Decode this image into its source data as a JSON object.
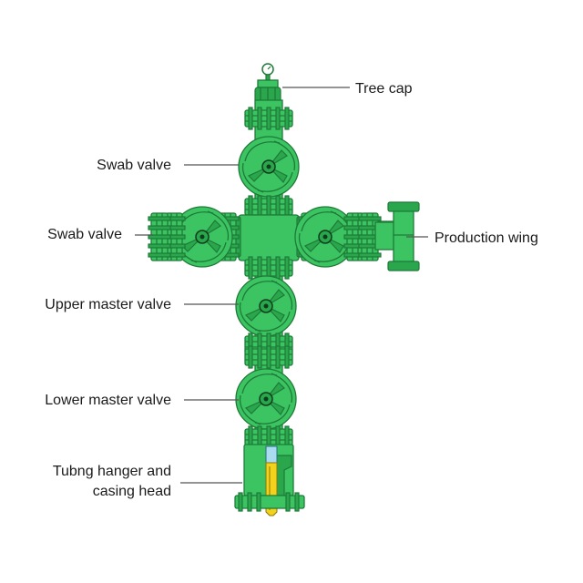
{
  "diagram": {
    "colors": {
      "body": "#3cc462",
      "outline": "#1e7a38",
      "hanger_yellow": "#f2d21a",
      "hanger_blue": "#a9dcef",
      "text": "#1a1a1a"
    },
    "labels": {
      "tree_cap": "Tree cap",
      "swab_valve_top": "Swab valve",
      "swab_valve_side": "Swab valve",
      "production_wing": "Production wing",
      "upper_master_valve": "Upper master valve",
      "lower_master_valve": "Lower master valve",
      "tubing_hanger_line1": "Tubng hanger and",
      "tubing_hanger_line2": "casing head"
    }
  }
}
